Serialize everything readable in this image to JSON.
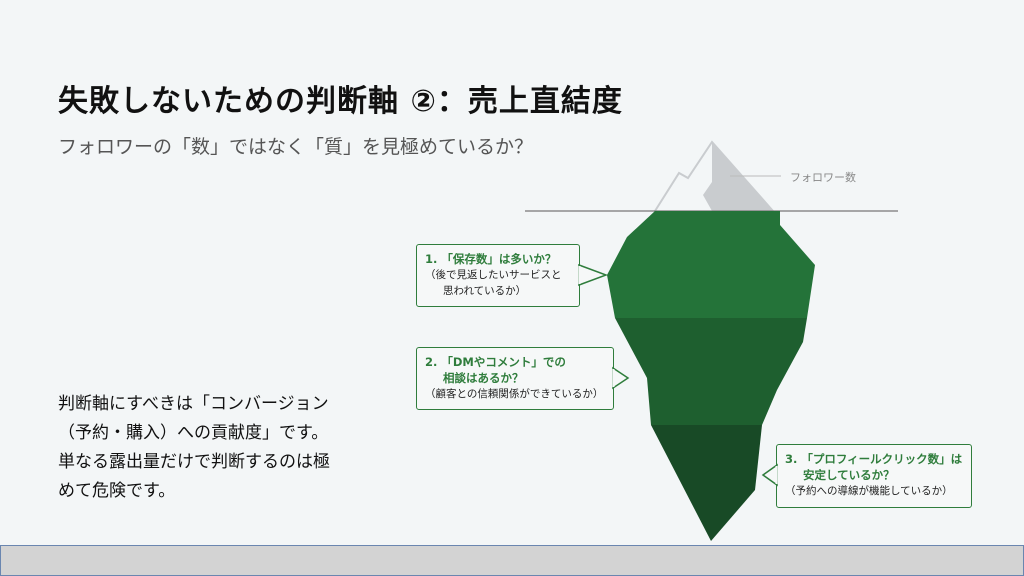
{
  "title": "失敗しないための判断軸 ②：売上直結度",
  "subtitle": "フォロワーの「数」ではなく「質」を見極めているか？",
  "body_lines": [
    "判断軸にすべきは「コンバージョン",
    "（予約・購入）への貢献度」です。",
    "単なる露出量だけで判断するのは極",
    "めて危険です。"
  ],
  "iceberg": {
    "tip_label": "フォロワー数",
    "colors": {
      "band1": "#247339",
      "band2": "#1e5f2f",
      "band3": "#184a26",
      "tip": "#c9cccf",
      "accent": "#2f7d3c"
    }
  },
  "callouts": [
    {
      "heading": "1. 「保存数」は多いか？",
      "heading2": "",
      "note": "（後で見返したいサービスと",
      "note2": "思われているか）"
    },
    {
      "heading": "2. 「DMやコメント」での",
      "heading2": "相談はあるか？",
      "note": "（顧客との信頼関係ができているか）",
      "note2": ""
    },
    {
      "heading": "3. 「プロフィールクリック数」は",
      "heading2": "安定しているか？",
      "note": "（予約への導線が機能しているか）",
      "note2": ""
    }
  ]
}
